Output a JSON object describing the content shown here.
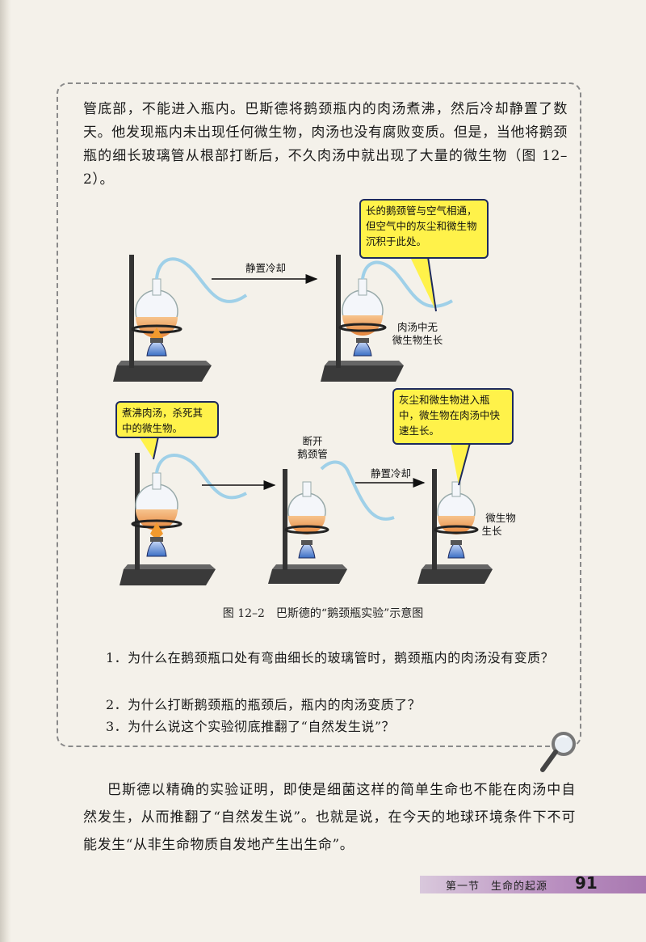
{
  "intro_text": "管底部，不能进入瓶内。巴斯德将鹅颈瓶内的肉汤煮沸，然后冷却静置了数天。他发现瓶内未出现任何微生物，肉汤也没有腐败变质。但是，当他将鹅颈瓶的细长玻璃管从根部打断后，不久肉汤中就出现了大量的微生物（图 12–2）。",
  "figure": {
    "arrow_label_top": "静置冷却",
    "arrow_label_bottom": "静置冷却",
    "bubble_neck": "长的鹅颈管与空气相通，但空气中的灰尘和微生物沉积于此处。",
    "bubble_boil": "煮沸肉汤，杀死其中的微生物。",
    "bubble_enter": "灰尘和微生物进入瓶中，微生物在肉汤中快速生长。",
    "label_no_growth_1": "肉汤中无",
    "label_no_growth_2": "微生物生长",
    "label_break_1": "断开",
    "label_break_2": "鹅颈管",
    "label_growth_1": "微生物",
    "label_growth_2": "生长",
    "caption": "图 12–2　巴斯德的“鹅颈瓶实验”示意图"
  },
  "questions": [
    "1．为什么在鹅颈瓶口处有弯曲细长的玻璃管时，鹅颈瓶内的肉汤没有变质？",
    "2．为什么打断鹅颈瓶的瓶颈后，瓶内的肉汤变质了？",
    "3．为什么说这个实验彻底推翻了“自然发生说”？"
  ],
  "body_text": "巴斯德以精确的实验证明，即使是细菌这样的简单生命也不能在肉汤中自然发生，从而推翻了“自然发生说”。也就是说，在今天的地球环境条件下不可能发生“从非生命物质自发地产生出生命”。",
  "footer": {
    "section": "第一节　生命的起源",
    "page": "91"
  },
  "icons": [
    "magnifier-icon"
  ],
  "colors": {
    "broth": "#f0a15a",
    "bubble": "#fff24a",
    "footer_bar": "#b98fc0",
    "flame": "#3b6fc4"
  }
}
